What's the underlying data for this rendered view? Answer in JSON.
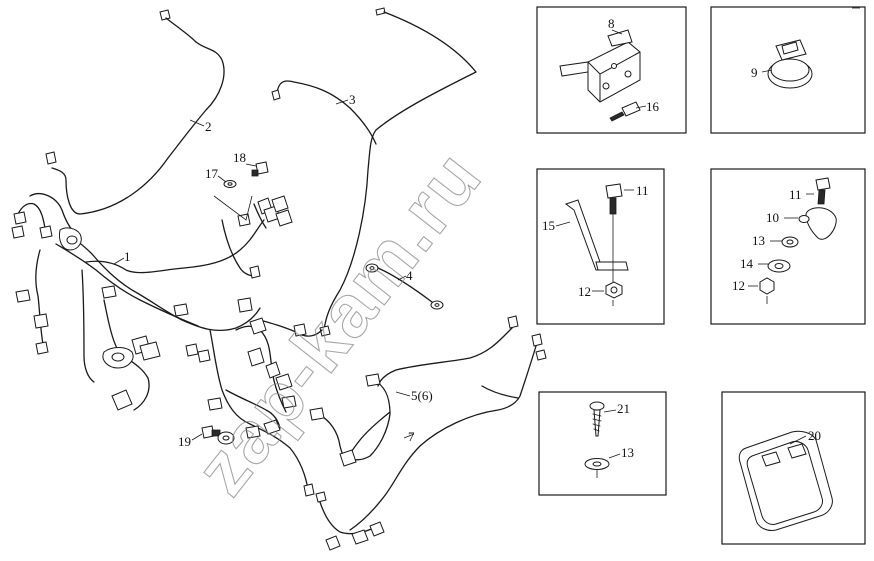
{
  "watermark": "zap-kam.ru",
  "callouts": {
    "c1": "1",
    "c2": "2",
    "c3": "3",
    "c4": "4",
    "c5": "5(6)",
    "c7": "7",
    "c8": "8",
    "c9": "9",
    "c10": "10",
    "c11a": "11",
    "c11b": "11",
    "c12a": "12",
    "c12b": "12",
    "c13a": "13",
    "c13b": "13",
    "c14": "14",
    "c15": "15",
    "c16": "16",
    "c17": "17",
    "c18": "18",
    "c19": "19",
    "c20": "20",
    "c21": "21"
  }
}
